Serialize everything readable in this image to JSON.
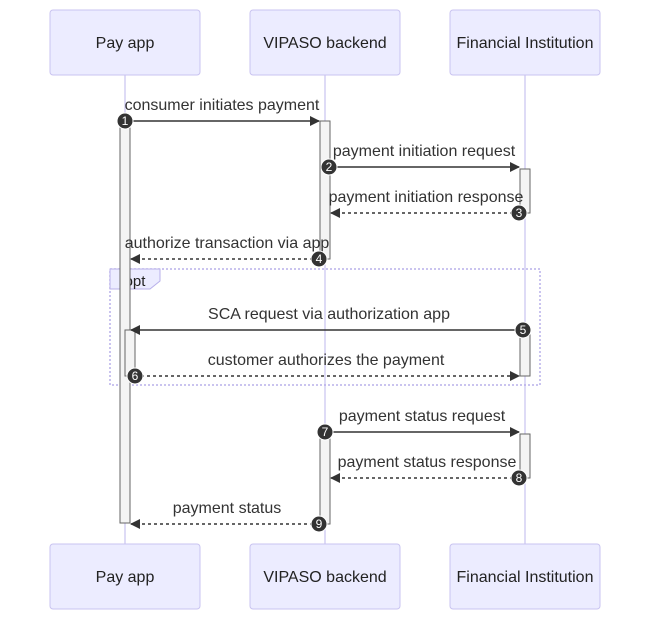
{
  "participants": [
    {
      "id": "pay",
      "label": "Pay app"
    },
    {
      "id": "vip",
      "label": "VIPASO backend"
    },
    {
      "id": "fin",
      "label": "Financial Institution"
    }
  ],
  "fragment": {
    "label": "opt"
  },
  "messages": [
    {
      "n": "1",
      "label": "consumer initiates payment",
      "from": "pay",
      "to": "vip",
      "dashed": false
    },
    {
      "n": "2",
      "label": "payment initiation request",
      "from": "vip",
      "to": "fin",
      "dashed": false
    },
    {
      "n": "3",
      "label": "payment initiation response",
      "from": "fin",
      "to": "vip",
      "dashed": true
    },
    {
      "n": "4",
      "label": "authorize transaction via app",
      "from": "vip",
      "to": "pay",
      "dashed": true
    },
    {
      "n": "5",
      "label": "SCA request via authorization app",
      "from": "fin",
      "to": "pay",
      "dashed": false
    },
    {
      "n": "6",
      "label": "customer authorizes the payment",
      "from": "pay",
      "to": "fin",
      "dashed": true
    },
    {
      "n": "7",
      "label": "payment status request",
      "from": "vip",
      "to": "fin",
      "dashed": false
    },
    {
      "n": "8",
      "label": "payment status response",
      "from": "fin",
      "to": "vip",
      "dashed": true
    },
    {
      "n": "9",
      "label": "payment status",
      "from": "vip",
      "to": "pay",
      "dashed": true
    }
  ]
}
